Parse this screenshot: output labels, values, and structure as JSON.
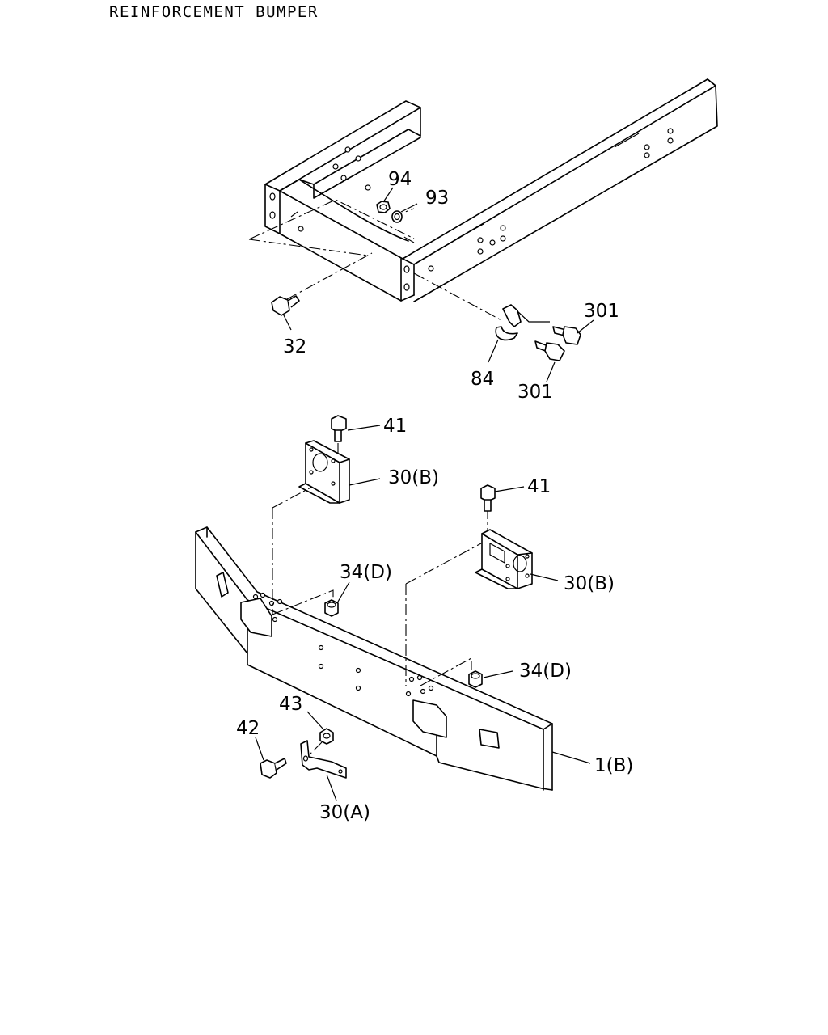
{
  "title": "REINFORCEMENT BUMPER",
  "callouts": {
    "c94": "94",
    "c93": "93",
    "c32": "32",
    "c301a": "301",
    "c301b": "301",
    "c84": "84",
    "c41a": "41",
    "c41b": "41",
    "c30b_a": "30(B)",
    "c30b_b": "30(B)",
    "c34d_a": "34(D)",
    "c34d_b": "34(D)",
    "c43": "43",
    "c42": "42",
    "c30a": "30(A)",
    "c1b": "1(B)"
  }
}
